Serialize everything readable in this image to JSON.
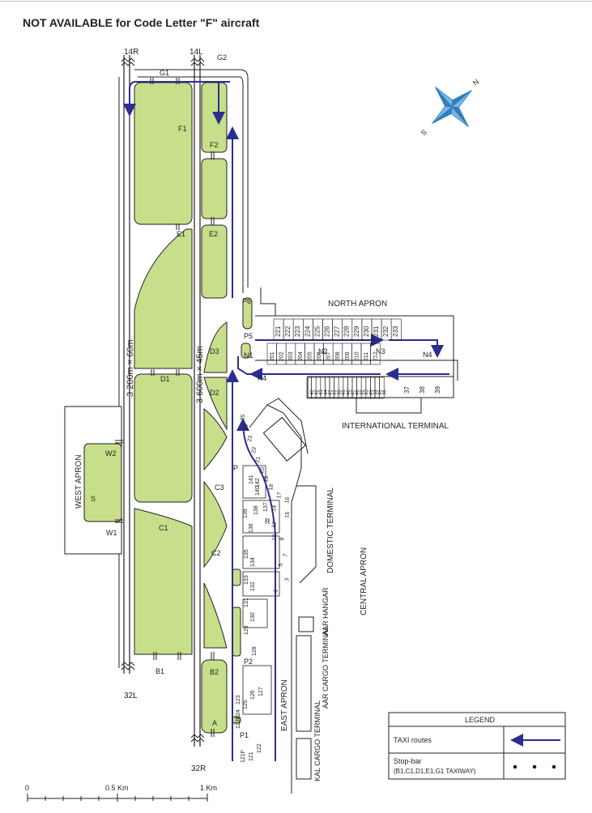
{
  "title": "NOT AVAILABLE for Code Letter \"F\" aircraft",
  "runways": {
    "r14R": "14R",
    "r14L": "14L",
    "r32L": "32L",
    "r32R": "32R",
    "west_dims": "3 200m × 60m",
    "east_dims": "3 600m × 45m"
  },
  "taxiways": {
    "G1": "G1",
    "G2": "G2",
    "F1": "F1",
    "F2": "F2",
    "E1": "E1",
    "E2": "E2",
    "D1": "D1",
    "D2": "D2",
    "D3": "D3",
    "C1": "C1",
    "C2": "C2",
    "C3": "C3",
    "B1": "B1",
    "B2": "B2",
    "A": "A",
    "W1": "W1",
    "W2": "W2",
    "S": "S",
    "N1": "N1",
    "N2": "N2",
    "N3": "N3",
    "N4": "N4",
    "P": "P",
    "P1": "P1",
    "P2": "P2",
    "P4": "P4",
    "P5": "P5",
    "P6": "P6",
    "R": "R"
  },
  "areas": {
    "north_apron": "NORTH APRON",
    "international_terminal": "INTERNATIONAL TERMINAL",
    "west_apron": "WEST APRON",
    "domestic_terminal": "DOMESTIC TERMINAL",
    "central_apron": "CENTRAL APRON",
    "east_apron": "EAST APRON",
    "aar_hangar": "AAR HANGAR",
    "aar_cargo": "AAR CARGO TERMINAL",
    "kal_cargo": "KAL CARGO TERMINAL"
  },
  "stands": {
    "north_row1": [
      "221",
      "222",
      "223",
      "224",
      "225",
      "226",
      "227",
      "228",
      "229",
      "230",
      "231",
      "232",
      "233"
    ],
    "north_row2": [
      "201",
      "202",
      "203",
      "204",
      "205",
      "206",
      "207",
      "208",
      "209",
      "210",
      "211",
      "212"
    ],
    "intl_small": [
      "40",
      "42",
      "43",
      "44",
      "41",
      "31",
      "30",
      "45",
      "46",
      "47",
      "48",
      "32",
      "33",
      "49",
      "34",
      "35",
      "36"
    ],
    "intl_large": [
      "37",
      "38",
      "39"
    ],
    "finger": [
      "25",
      "24",
      "23",
      "22",
      "21",
      "20",
      "19",
      "18",
      "17",
      "16",
      "15",
      "14",
      "12",
      "10",
      "9",
      "7",
      "5",
      "3",
      "1"
    ],
    "east": [
      "142",
      "141",
      "140",
      "139",
      "138",
      "137",
      "136",
      "135",
      "134",
      "133",
      "132",
      "131",
      "130",
      "129",
      "128",
      "127",
      "126",
      "125",
      "124",
      "123",
      "123F",
      "122",
      "121",
      "121F"
    ]
  },
  "compass": {
    "north": "N",
    "south": "S"
  },
  "scale": {
    "zero": "0",
    "half": "0.5 Km",
    "one": "1 Km"
  },
  "legend": {
    "title": "LEGEND",
    "taxi_label": "TAXI routes",
    "stopbar_label": "Stop-bar",
    "stopbar_note": "(B1,C1,D1,E1,G1 TAXIWAY)"
  },
  "colors": {
    "grass": "#c7df8a",
    "route": "#2b2d8f",
    "compass": "#2f7fc1",
    "ink": "#231f20"
  }
}
